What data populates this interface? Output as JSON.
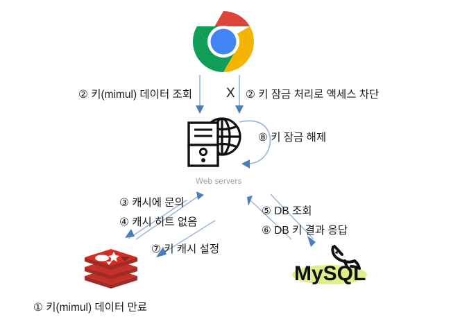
{
  "diagram": {
    "title": "Cache key lock flow diagram",
    "nodes": {
      "browser": {
        "name": "Chrome",
        "icon": "chrome-logo-icon"
      },
      "web_servers": {
        "name": "Web servers",
        "caption": "Web servers",
        "icon": "server-globe-icon"
      },
      "cache": {
        "name": "Redis",
        "icon": "redis-logo-icon"
      },
      "database": {
        "name": "MySQL",
        "icon": "mysql-logo-icon",
        "wordmark": "MySQL"
      }
    },
    "steps": [
      {
        "id": 1,
        "marker": "①",
        "text": "① 키(mimul) 데이터 만료"
      },
      {
        "id": 2,
        "marker": "②",
        "text": "② 키(mimul) 데이터 조회"
      },
      {
        "id": 2,
        "marker": "②",
        "text": "② 키 잠금 처리로 액세스 차단"
      },
      {
        "id": 3,
        "marker": "③",
        "text": "③ 캐시에 문의"
      },
      {
        "id": 4,
        "marker": "④",
        "text": "④ 캐시 히트 없음"
      },
      {
        "id": 5,
        "marker": "⑤",
        "text": "⑤ DB 조회"
      },
      {
        "id": 6,
        "marker": "⑥",
        "text": "⑥ DB 키 결과 응답"
      },
      {
        "id": 7,
        "marker": "⑦",
        "text": "⑦ 키 캐시 설정"
      },
      {
        "id": 8,
        "marker": "⑧",
        "text": "⑧ 키 잠금 해제"
      }
    ],
    "labels": {
      "step1_bottom": "① 키(mimul) 데이터 만료",
      "step2_left": "② 키(mimul) 데이터 조회",
      "blocked_mark": "X",
      "step2_right": "② 키 잠금 처리로 액세스 차단",
      "step8": "⑧ 키 잠금 해제",
      "step3": "③ 캐시에 문의",
      "step4": "④ 캐시 히트 없음",
      "step7": "⑦ 키 캐시 설정",
      "step5": "⑤ DB 조회",
      "step6": "⑥ DB 키 결과 응답",
      "web_servers_caption": "Web servers",
      "mysql_wordmark": "MySQL"
    },
    "colors": {
      "arrow": "#4a7ebb",
      "arrow_light": "#8aaede",
      "text": "#1a1a1a",
      "caption": "#9aa0a6",
      "chrome_red": "#DB4437",
      "chrome_yellow": "#F4B400",
      "chrome_green": "#0F9D58",
      "chrome_blue": "#4285F4",
      "redis_red": "#C6302B",
      "redis_dark": "#A32B25",
      "mysql_highlight": "#DDF08A",
      "background": "#FFFFFF"
    }
  }
}
